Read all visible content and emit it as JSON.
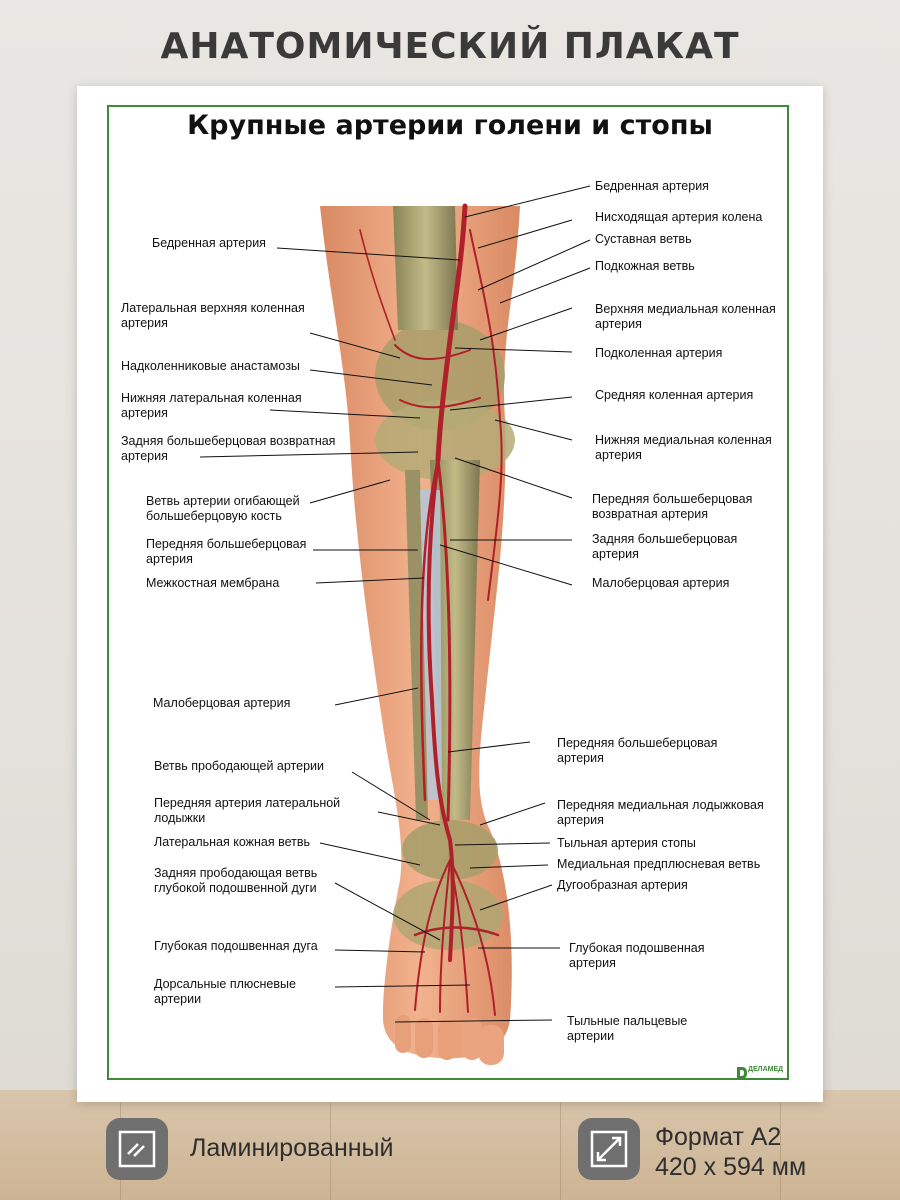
{
  "header": {
    "title": "АНАТОМИЧЕСКИЙ ПЛАКАТ"
  },
  "poster": {
    "title": "Крупные артерии голени и стопы",
    "brand": "ДЕЛАМЕД",
    "labels_left": [
      "Бедренная артерия",
      "Латеральная верхняя  коленная\nартерия",
      "Надколенниковые  анастамозы",
      "Нижняя латеральная коленная\nартерия",
      "Задняя большеберцовая  возвратная\nартерия",
      "Ветвь артерии огибающей\n большеберцовую кость",
      "Передняя  большеберцовая\nартерия",
      "Межкостная мембрана",
      "Малоберцовая артерия",
      "Ветвь прободающей артерии",
      "Передняя артерия латеральной\nлодыжки",
      "Латеральная кожная ветвь",
      "Задняя прободающая ветвь\nглубокой подошвенной дуги",
      "Глубокая подошвенная дуга",
      "Дорсальные плюсневые\nартерии"
    ],
    "labels_right": [
      "Бедренная артерия",
      "Нисходящая  артерия колена",
      "Суставная ветвь",
      "Подкожная ветвь",
      "Верхняя медиальная коленная\nартерия",
      "Подколенная артерия",
      "Средняя коленная  артерия",
      "Нижняя медиальная коленная\nартерия",
      "Передняя большеберцовая\nвозвратная артерия",
      "Задняя большеберцовая\nартерия",
      "Малоберцовая артерия",
      "Передняя большеберцовая\nартерия",
      "Передняя медиальная лодыжковая\nартерия",
      "Тыльная артерия стопы",
      "Медиальная предплюсневая ветвь",
      "Дугообразная артерия",
      "Глубокая подошвенная\n артерия",
      "Тыльные  пальцевые\nартерии"
    ]
  },
  "features": {
    "laminated": {
      "label": "Ламинированный",
      "icon": "laminate-icon"
    },
    "format": {
      "label_line1": "Формат А2",
      "label_line2": "420 х 594 мм",
      "icon": "resize-icon"
    }
  },
  "colors": {
    "frame": "#3f8a3a",
    "artery": "#b0202a",
    "skin": "#e8a07a",
    "icon_bg": "#6f6f6f"
  }
}
